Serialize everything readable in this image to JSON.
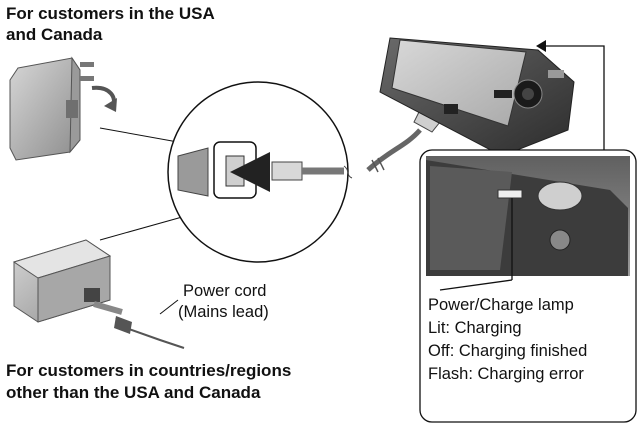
{
  "labels": {
    "usa_canada_line1": "For customers in the USA",
    "usa_canada_line2": "and Canada",
    "other_line1": "For customers in countries/regions",
    "other_line2": "other than the USA and Canada",
    "power_cord_line1": "Power cord",
    "power_cord_line2": "(Mains lead)"
  },
  "lamp_info": {
    "title": "Power/Charge lamp",
    "lit": "Lit: Charging",
    "off": "Off: Charging finished",
    "flash": "Flash: Charging error"
  }
}
